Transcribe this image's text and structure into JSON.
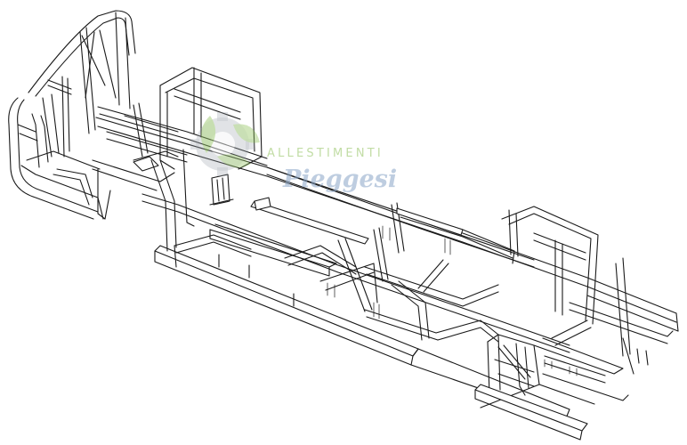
{
  "drawing": {
    "subject": "vehicle chassis frame (isometric wireframe)",
    "line_color": "#1a1a1a",
    "background_color": "#ffffff"
  },
  "watermark": {
    "line1": "ALLESTIMENTI",
    "line2": "Pieggesi",
    "logo_colors": {
      "green": "#8fc15a",
      "gray": "#9aa3ab",
      "blue": "#8aa6c8"
    },
    "logo_icon": "gear-leaf-logo-icon"
  }
}
